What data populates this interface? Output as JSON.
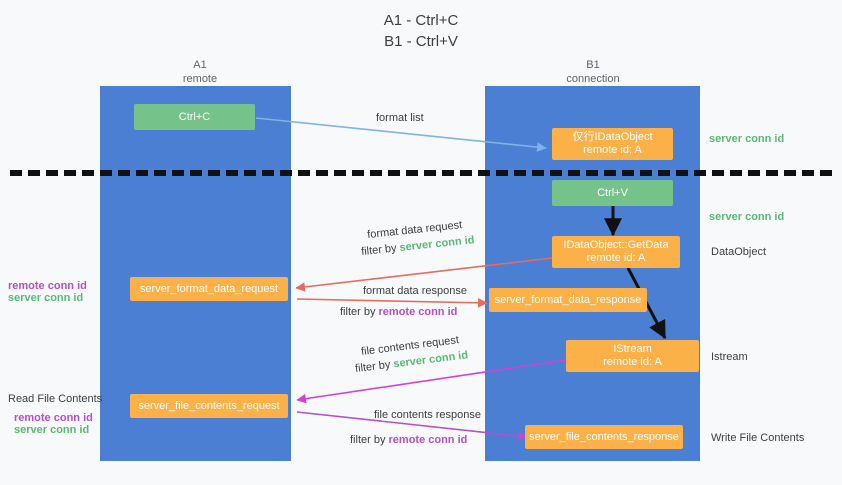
{
  "title": {
    "line1": "A1 - Ctrl+C",
    "line2": "B1 - Ctrl+V"
  },
  "columns": [
    {
      "name": "A1",
      "sub": "remote"
    },
    {
      "name": "B1",
      "sub": "connection"
    }
  ],
  "boxes": [
    {
      "id": "ctrl-c",
      "color": "green",
      "line1": "Ctrl+C",
      "line2": ""
    },
    {
      "id": "idataobject",
      "color": "orange",
      "line1": "仅行IDataObject",
      "line2": "remote id: A"
    },
    {
      "id": "ctrl-v",
      "color": "green",
      "line1": "Ctrl+V",
      "line2": ""
    },
    {
      "id": "idataobject-getdata",
      "color": "orange",
      "line1": "IDataObject::GetData",
      "line2": "remote id: A"
    },
    {
      "id": "server-format-data-request",
      "color": "orange",
      "line1": "server_format_data_request",
      "line2": ""
    },
    {
      "id": "server-format-data-response",
      "color": "orange",
      "line1": "server_format_data_response",
      "line2": ""
    },
    {
      "id": "istream",
      "color": "orange",
      "line1": "IStream",
      "line2": "remote id: A"
    },
    {
      "id": "server-file-contents-request",
      "color": "orange",
      "line1": "server_file_contents_request",
      "line2": ""
    },
    {
      "id": "server-file-contents-response",
      "color": "orange",
      "line1": "server_file_contents_response",
      "line2": ""
    }
  ],
  "edge_labels": {
    "format_list": "format list",
    "format_data_request": "format data request",
    "format_data_response": "format data response",
    "file_contents_request": "file contents request",
    "file_contents_response": "file contents response",
    "filter_by": "filter by ",
    "server_conn_id": "server conn id",
    "remote_conn_id": "remote conn id"
  },
  "annotations": {
    "right_server_conn_id_top": "server conn id",
    "right_server_conn_id_mid": "server conn id",
    "right_dataobject": "DataObject",
    "right_istream": "Istream",
    "right_write_file_contents": "Write File Contents",
    "left_read_file_contents": "Read File Contents",
    "left_remote_conn_id_1": "remote conn id",
    "left_server_conn_id_1": "server conn id",
    "left_remote_conn_id_2": "remote conn id",
    "left_server_conn_id_2": "server conn id"
  },
  "colors": {
    "lane": "#4a7fd4",
    "green_box": "#75c38a",
    "orange_box": "#fbb048",
    "green_text": "#5aba74",
    "purple_text": "#b34fd0",
    "blue_arrow": "#7fb2e5",
    "red_arrow": "#ea6a5e",
    "magenta_arrow": "#d63fd6",
    "black_arrow": "#111111",
    "background": "#f8f9fa"
  }
}
